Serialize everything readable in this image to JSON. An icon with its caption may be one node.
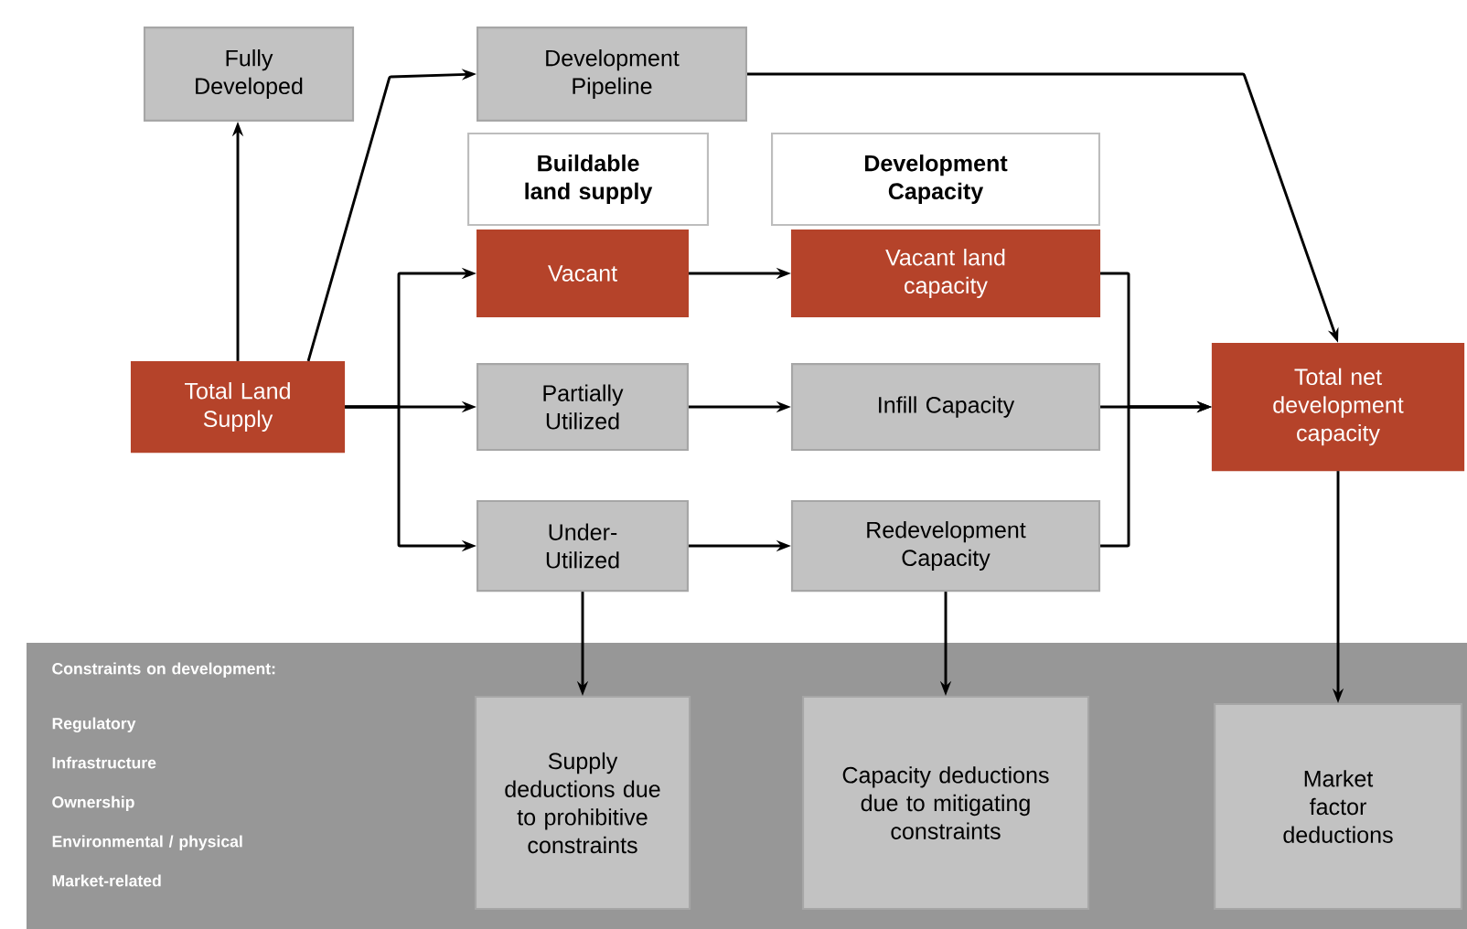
{
  "diagram": {
    "nodes": [
      {
        "text": [
          "Fully Developed"
        ]
      },
      {
        "text": [
          "Development Pipeline"
        ]
      },
      {
        "text": [
          "Buildable land supply"
        ]
      },
      {
        "text": [
          "Development Capacity"
        ]
      },
      {
        "text": [
          "Total Land Supply"
        ]
      },
      {
        "text": [
          "Vacant"
        ]
      },
      {
        "text": [
          "Partially Utilized"
        ]
      },
      {
        "text": [
          "Under-Utilized"
        ]
      },
      {
        "text": [
          "Vacant land capacity"
        ]
      },
      {
        "text": [
          "Infill Capacity"
        ]
      },
      {
        "text": [
          "Redevelopment Capacity"
        ]
      },
      {
        "text": [
          "Total net development capacity"
        ]
      },
      {
        "text": [
          "Constraints on development:",
          "Regulatory",
          "Infrastructure",
          "Ownership",
          "Environmental / physical",
          "Market-related"
        ]
      },
      {
        "text": [
          "Supply deductions due to prohibitive constraints"
        ],
        "in": 12
      },
      {
        "text": [
          "Capacity deductions due to mitigating constraints"
        ],
        "in": 12
      },
      {
        "text": [
          "Market factor deductions"
        ],
        "in": 12
      }
    ],
    "edges": [
      {
        "from": 4,
        "to": 0,
        "arrow": "to"
      },
      {
        "from": 4,
        "to": 1,
        "arrow": "to"
      },
      {
        "from": 4,
        "to": 5,
        "arrow": "to"
      },
      {
        "from": 4,
        "to": 6,
        "arrow": "to"
      },
      {
        "from": 4,
        "to": 7,
        "arrow": "to"
      },
      {
        "from": 1,
        "to": 11,
        "arrow": "to"
      },
      {
        "from": 5,
        "to": 8,
        "arrow": "to"
      },
      {
        "from": 6,
        "to": 9,
        "arrow": "to"
      },
      {
        "from": 7,
        "to": 10,
        "arrow": "to"
      },
      {
        "from": 8,
        "to": 11,
        "arrow": "to"
      },
      {
        "from": 9,
        "to": 11,
        "arrow": "to"
      },
      {
        "from": 10,
        "to": 11,
        "arrow": "to"
      },
      {
        "from": 7,
        "to": 13,
        "arrow": "to"
      },
      {
        "from": 10,
        "to": 14,
        "arrow": "to"
      },
      {
        "from": 11,
        "to": 15,
        "arrow": "to"
      }
    ]
  }
}
